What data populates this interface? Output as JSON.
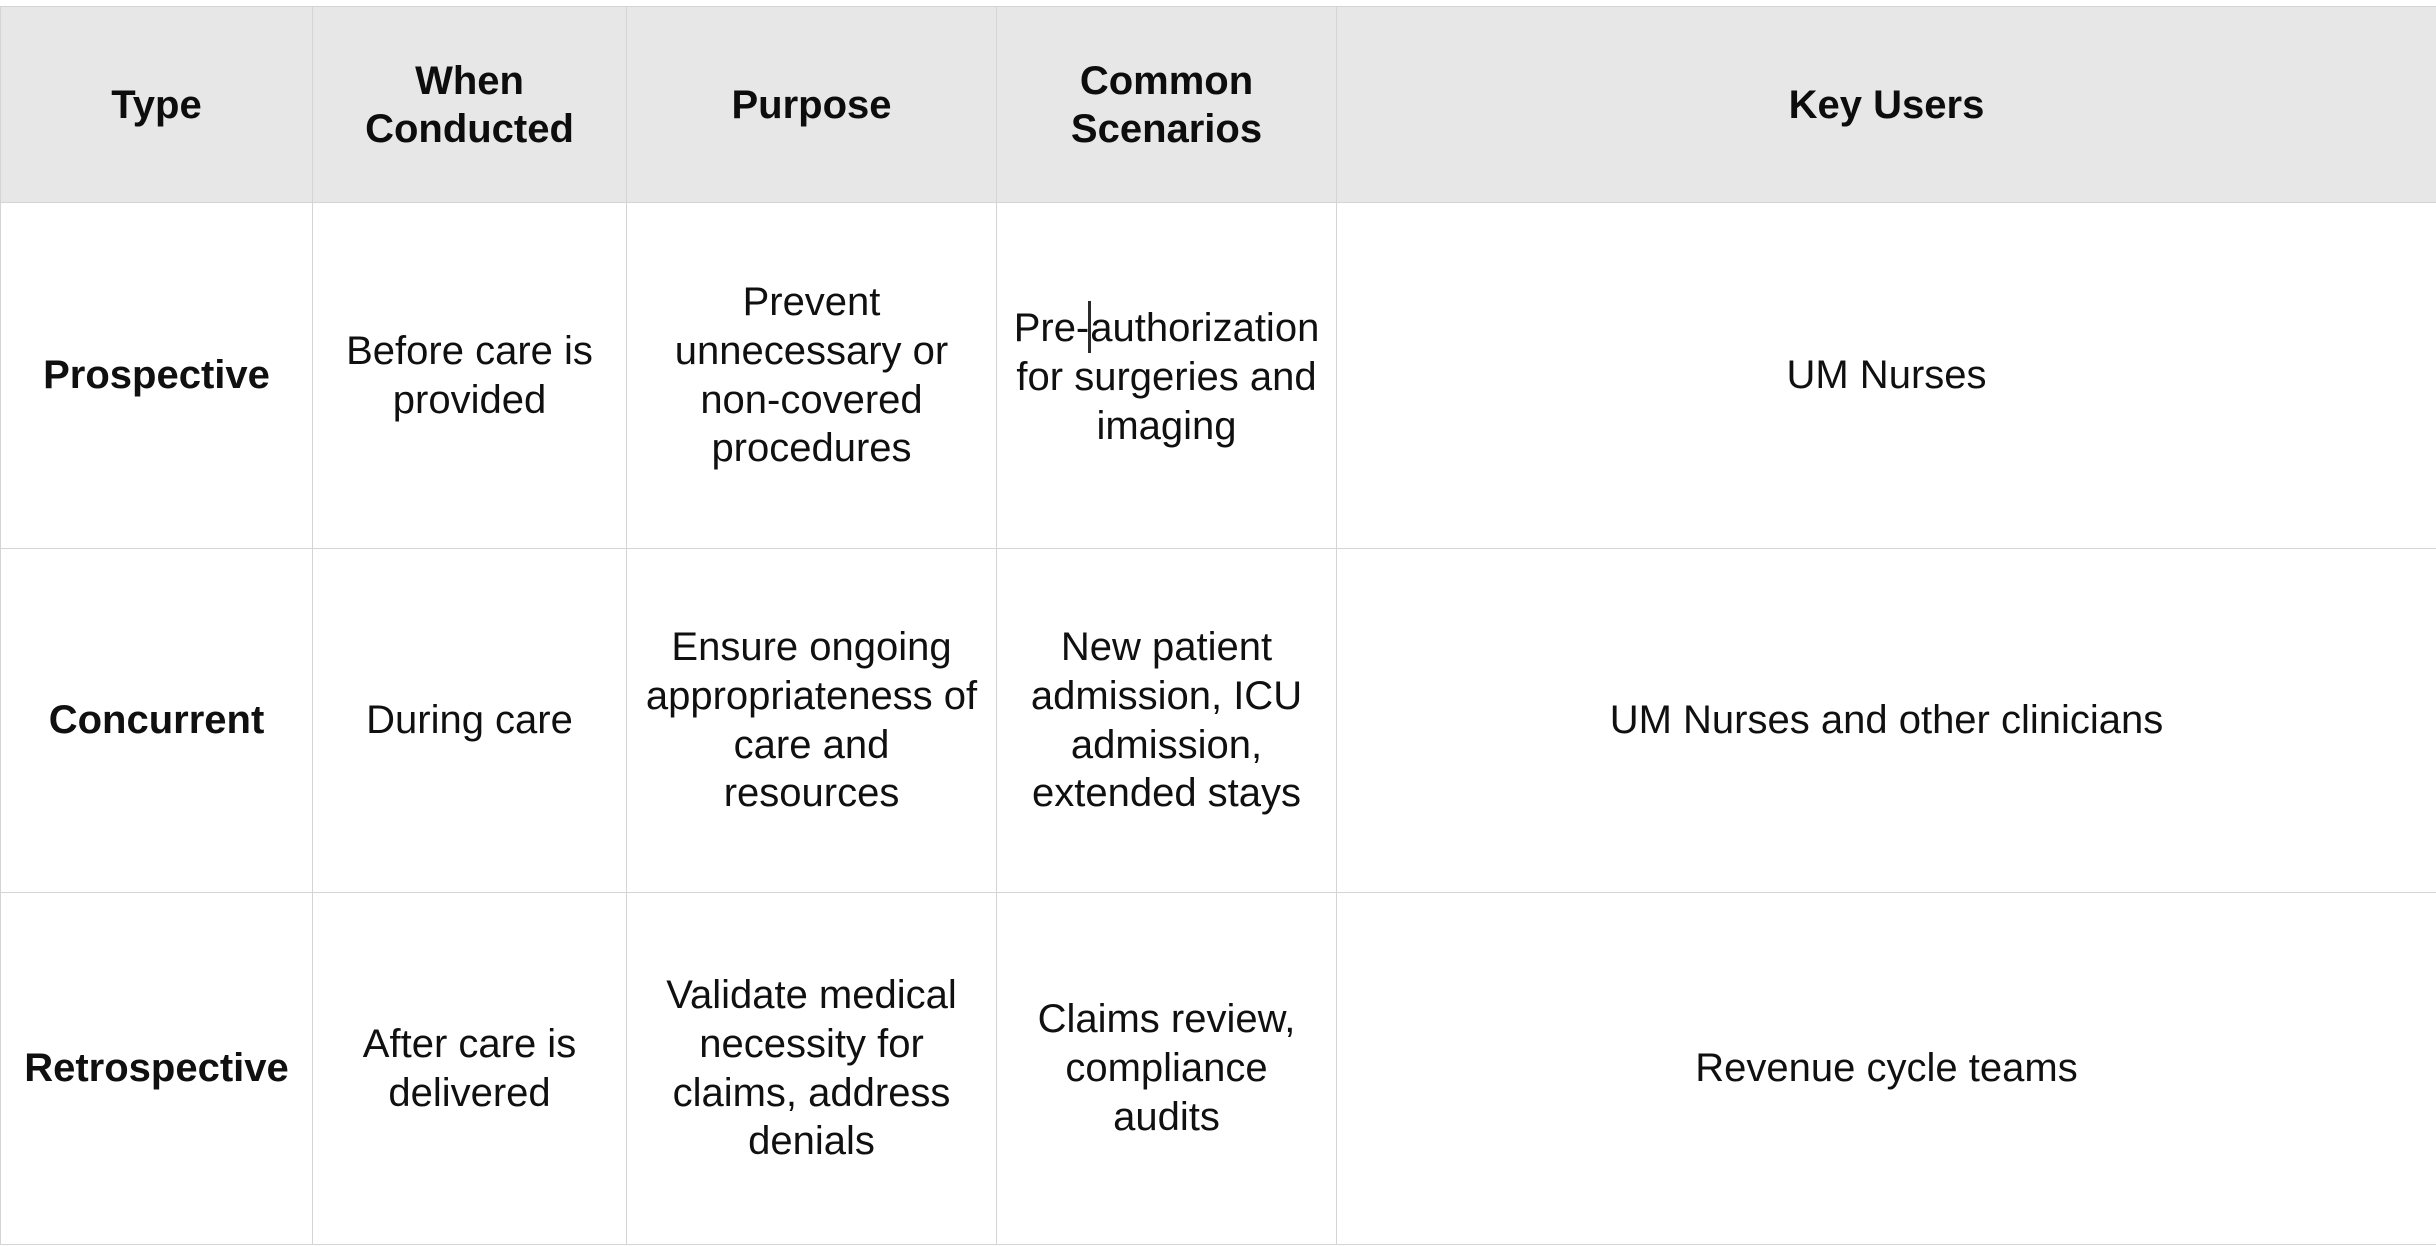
{
  "table": {
    "columns": [
      {
        "key": "type",
        "label": "Type"
      },
      {
        "key": "when",
        "label": "When Conducted"
      },
      {
        "key": "purpose",
        "label": "Purpose"
      },
      {
        "key": "scenarios",
        "label": "Common Scenarios"
      },
      {
        "key": "users",
        "label": "Key Users"
      }
    ],
    "rows": [
      {
        "type": "Prospective",
        "when": "Before care is provided",
        "purpose": "Prevent unnecessary or non-covered procedures",
        "scenarios_prefix": "Pre-",
        "scenarios_suffix": "authorization for surgeries and imaging",
        "scenarios": "Pre-authorization for surgeries and imaging",
        "users": "UM Nurses"
      },
      {
        "type": "Concurrent",
        "when": "During care",
        "purpose": "Ensure ongoing appropriateness of care and resources",
        "scenarios": "New patient admission, ICU admission, extended stays",
        "users": "UM Nurses and other clinicians"
      },
      {
        "type": "Retrospective",
        "when": "After care is delivered",
        "purpose": "Validate medical necessity for claims, address denials",
        "scenarios": "Claims review, compliance audits",
        "users": "Revenue cycle teams"
      }
    ]
  },
  "colors": {
    "header_background": "#e7e7e7",
    "border": "#d4d4d4",
    "text": "#101010",
    "page_background": "#ffffff",
    "caret": "#2b2b2b"
  }
}
